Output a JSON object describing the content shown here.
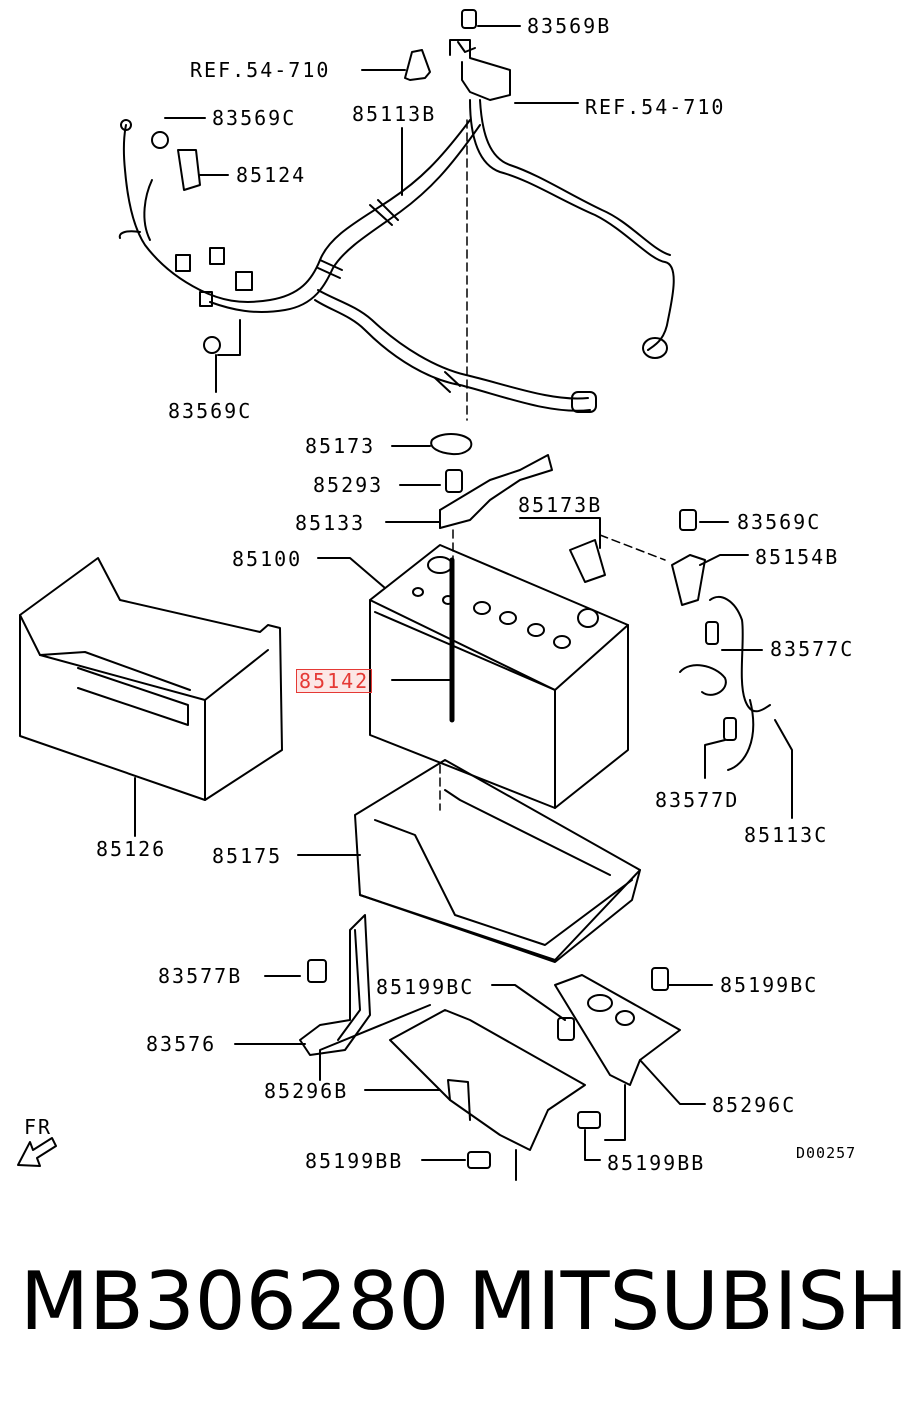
{
  "labels": {
    "l83569b": "83569B",
    "lref1": "REF.54-710",
    "lref2": "REF.54-710",
    "l83569c_top": "83569C",
    "l85113b": "85113B",
    "l85124": "85124",
    "l83569c_left": "83569C",
    "l85173": "85173",
    "l85293": "85293",
    "l85173b": "85173B",
    "l85133": "85133",
    "l83569c_right": "83569C",
    "l85100": "85100",
    "l85154b": "85154B",
    "l83577c": "83577C",
    "l85142": "85142",
    "l83577d": "83577D",
    "l85113c": "85113C",
    "l85126": "85126",
    "l85175": "85175",
    "l83577b": "83577B",
    "l85199bc_mid": "85199BC",
    "l85199bc_right": "85199BC",
    "l83576": "83576",
    "l85296b": "85296B",
    "l85296c": "85296C",
    "lfr": "FR",
    "l85199bb_left": "85199BB",
    "l85199bb_right": "85199BB",
    "ld00257": "D00257"
  },
  "footer": {
    "part_number": "MB306280",
    "brand": "MITSUBISHI"
  },
  "highlight_color": "#e53935"
}
